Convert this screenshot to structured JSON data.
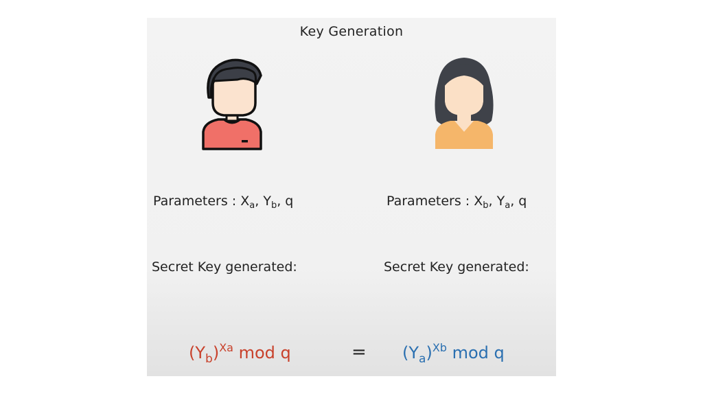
{
  "title": "Key Generation",
  "left": {
    "params_prefix": "Parameters : ",
    "p1": "X",
    "p1_sub": "a",
    "sep1": ", ",
    "p2": "Y",
    "p2_sub": "b",
    "sep2": ", ",
    "p3": "q",
    "secret": "Secret Key generated:",
    "formula": {
      "open": "(Y",
      "sub": "b",
      "close": ")",
      "sup": "Xa",
      "rest": " mod q"
    },
    "color": "#c8412b"
  },
  "right": {
    "params_prefix": "Parameters : ",
    "p1": "X",
    "p1_sub": "b",
    "sep1": ", ",
    "p2": "Y",
    "p2_sub": "a",
    "sep2": ", ",
    "p3": "q",
    "secret": "Secret Key generated:",
    "formula": {
      "open": "(Y",
      "sub": "a",
      "close": ")",
      "sup": "Xb",
      "rest": " mod q"
    },
    "color": "#2a6fb0"
  },
  "equals": "=",
  "icons": {
    "left": "male-avatar-icon",
    "right": "female-avatar-icon"
  }
}
